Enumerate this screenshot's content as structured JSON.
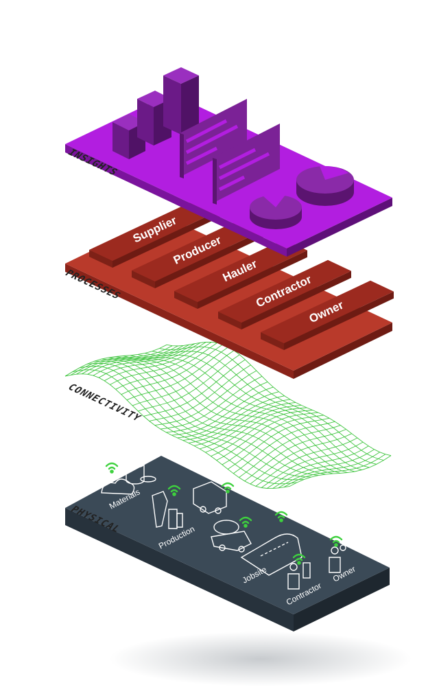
{
  "layers": {
    "insights": {
      "label": "INSIGHTS"
    },
    "processes": {
      "label": "PROCESSES",
      "items": [
        "Supplier",
        "Producer",
        "Hauler",
        "Contractor",
        "Owner"
      ]
    },
    "connectivity": {
      "label": "CONNECTIVITY"
    },
    "physical": {
      "label": "PHYSICAL",
      "items": [
        "Materials",
        "Production",
        "Jobsite",
        "Contractor",
        "Owner"
      ]
    }
  },
  "colors": {
    "insights_top": "#b21ee0",
    "insights_side": "#7a139c",
    "insights_shape": "#7b2296",
    "processes_top": "#b93a2b",
    "processes_side": "#8a2319",
    "processes_tile": "#9c2a1f",
    "connectivity_line": "#3ec43e",
    "physical_top": "#3b4a57",
    "physical_side": "#27323c",
    "wifi": "#3ed13e"
  }
}
